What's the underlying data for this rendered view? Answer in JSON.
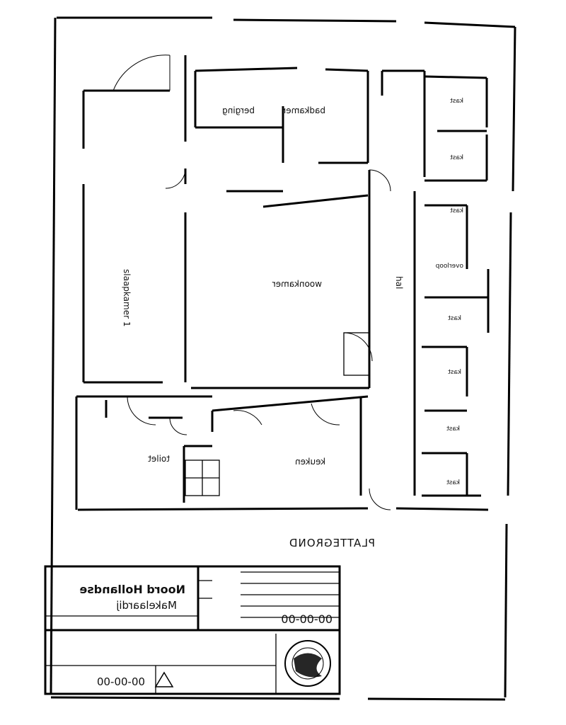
{
  "plan": {
    "title": "PLATTEGROND",
    "rooms": {
      "slaapkamer_1": "slaapkamer 1",
      "badkamer": "badkamer",
      "woonkamer": "woonkamer",
      "keuken": "keuken",
      "berging": "berging",
      "toilet": "toilet",
      "hal": "hal",
      "kast": "kast",
      "overloop": "overloop"
    },
    "side_labels": [
      "kast",
      "kast",
      "kast",
      "overloop",
      "kast",
      "kast",
      "kast",
      "kast"
    ]
  },
  "title_block": {
    "company_line1": "Noord Hollandse",
    "company_line2": "Makelaardij",
    "company_line3": "",
    "drawing_number": "00-00-00",
    "project_number": "00-00-00",
    "address_line1": "",
    "address_line2": ""
  },
  "icons": {
    "stamp": "seal-stamp-icon",
    "north": "north-arrow-icon"
  },
  "colors": {
    "line": "#000000",
    "background": "#ffffff"
  }
}
